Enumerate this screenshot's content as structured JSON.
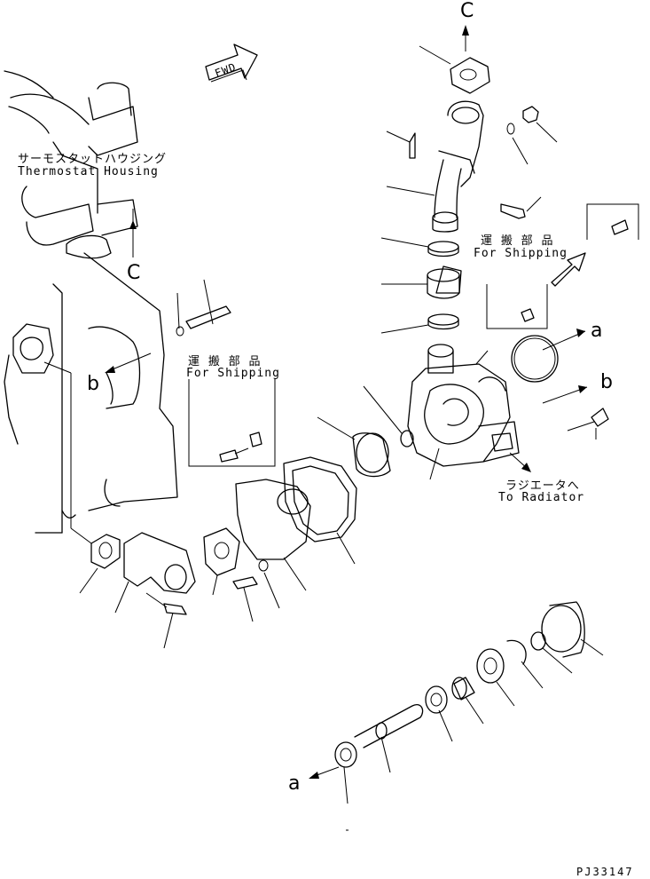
{
  "labels": {
    "thermostat_jp": "サーモスタットハウジング",
    "thermostat_en": "Thermostat Housing",
    "shipping_jp_1": "運 搬 部 品",
    "shipping_en_1": "For Shipping",
    "shipping_jp_2": "運 搬 部 品",
    "shipping_en_2": "For Shipping",
    "radiator_jp": "ラジエータへ",
    "radiator_en": "To Radiator",
    "fwd": "FWD",
    "ref_c_top": "C",
    "ref_c_left": "C",
    "ref_a_right": "a",
    "ref_b_right": "b",
    "ref_b_left": "b",
    "ref_a_bottom": "a",
    "drawing_code": "PJ33147"
  }
}
